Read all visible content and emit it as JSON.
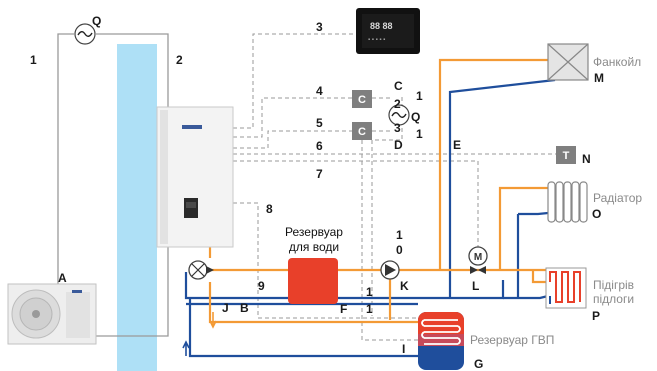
{
  "colors": {
    "hot": "#f39a35",
    "cold": "#1f4e9c",
    "control": "#9a9a9a",
    "column": "#aee0f6",
    "tank_red": "#e8402a",
    "grey_box": "#7f7f7f"
  },
  "icons": [
    "fan-coil-icon",
    "radiator-icon",
    "floor-heating-icon",
    "dhw-tank-icon",
    "buffer-tank-icon",
    "pump-icon",
    "three-way-valve-icon",
    "motorized-valve-icon",
    "ac-switch-icon",
    "temperature-sensor-icon",
    "controller-display-icon",
    "outdoor-unit-icon",
    "indoor-unit-icon"
  ],
  "labels": {
    "A": "A",
    "B": "B",
    "C_top": "C",
    "D": "D",
    "E": "E",
    "F": "F",
    "G": "G",
    "I": "I",
    "J": "J",
    "K": "K",
    "L": "L",
    "M": "M",
    "N": "N",
    "O": "O",
    "P": "P",
    "Q_top": "Q",
    "Q_mid": "Q",
    "n1_left": "1",
    "n2_left": "2",
    "n3": "3",
    "n4": "4",
    "n5": "5",
    "n6": "6",
    "n7": "7",
    "n8": "8",
    "n9": "9",
    "n2_mid": "2",
    "n3_mid": "3",
    "n1_mid_a": "1",
    "n1_mid_b": "1",
    "n1_pump": "1",
    "n0_pump": "0",
    "n1_low_a": "1",
    "n1_low_b": "1"
  },
  "boxes": {
    "c1": "C",
    "c2": "C",
    "t": "T"
  },
  "captions": {
    "fancoil": "Фанкойл",
    "radiator": "Радіатор",
    "floor_line1": "Підігрів",
    "floor_line2": "підлоги",
    "buffer_line1": "Резервуар",
    "buffer_line2": "для води",
    "dhw": "Резервуар ГВП"
  }
}
